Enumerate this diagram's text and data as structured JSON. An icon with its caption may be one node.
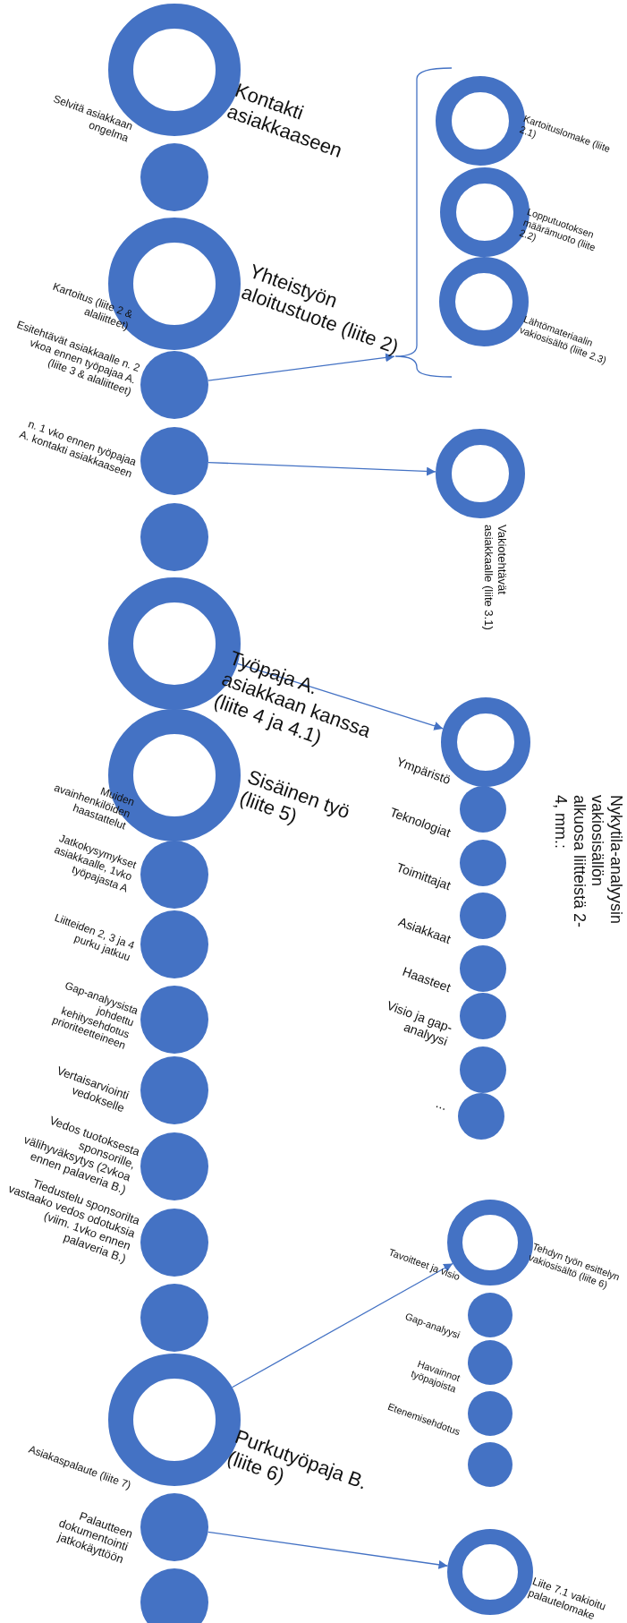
{
  "diagram": {
    "nodes": [
      {
        "text": [
          "Kontakti asiakkaaseen"
        ]
      },
      {
        "text": [
          "Selvitä asiakkaan ongelma"
        ]
      },
      {
        "text": [
          "Yhteistyön aloitustuote (liite 2)"
        ]
      },
      {
        "text": [
          "Kartoitus (liite 2 & alaliitteet)"
        ]
      },
      {
        "text": [
          "Esitehtävät asiakkaalle n. 2 vkoa ennen työpajaa A. (liite 3 & alaliitteet)"
        ]
      },
      {
        "text": [
          "n. 1 vko ennen työpajaa A. kontakti asiakkaaseen"
        ]
      },
      {
        "text": [
          "Työpaja A. asiakkaan kanssa (liite 4 ja 4.1)"
        ]
      },
      {
        "text": [
          "Sisäinen työ (liite 5)"
        ]
      },
      {
        "text": [
          "Muiden avainhenkilöiden haastattelut"
        ]
      },
      {
        "text": [
          "Jatkokysymykset asiakkaalle, 1vko työpajasta A"
        ]
      },
      {
        "text": [
          "Liitteiden 2, 3 ja 4 purku jatkuu"
        ]
      },
      {
        "text": [
          "Gap-analyysista johdettu kehitysehdotus prioriteetteineen"
        ]
      },
      {
        "text": [
          "Vertaisarviointi vedokselle"
        ]
      },
      {
        "text": [
          "Vedos tuotoksesta sponsorille, välihyväksytys (2vkoa ennen palaveria B.)"
        ]
      },
      {
        "text": [
          "Tiedustelu sponsorilta vastaako vedos odotuksia (viim. 1vko ennen palaveria B.)"
        ]
      },
      {
        "text": [
          "Purkutyöpaja B. (liite 6)"
        ]
      },
      {
        "text": [
          "Asiakaspalaute (liite 7)"
        ]
      },
      {
        "text": [
          "Palautteen dokumentointi jatkokäyttöön"
        ]
      },
      {
        "text": [],
        "shape": "bracket"
      },
      {
        "text": [
          "Kartoituslomake (liite 2.1)"
        ]
      },
      {
        "text": [
          "Lopputuotoksen määrämuoto (liite 2.2)"
        ]
      },
      {
        "text": [
          "Lähtömateriaalin vakiosisältö (liite 2.3)"
        ]
      },
      {
        "text": [
          "Vakiotehtävät asiakkaalle (liite 3.1)"
        ]
      },
      {
        "text": [
          "Nykytila-analyysin vakiosisällön alkuosa liitteistä 2-4, mm.:"
        ]
      },
      {
        "text": [
          "Ympäristö"
        ]
      },
      {
        "text": [
          "Teknologiat"
        ]
      },
      {
        "text": [
          "Toimittajat"
        ]
      },
      {
        "text": [
          "Asiakkaat"
        ]
      },
      {
        "text": [
          "Haasteet"
        ]
      },
      {
        "text": [
          "Visio ja gap-analyysi"
        ]
      },
      {
        "text": [
          "..."
        ]
      },
      {
        "text": [
          "Tehdyn työn esittelyn vakiosisältö (liite 6)"
        ]
      },
      {
        "text": [
          "Tavoitteet ja visio"
        ]
      },
      {
        "text": [
          "Gap-analyysi"
        ]
      },
      {
        "text": [
          "Havainnot työpajoista"
        ]
      },
      {
        "text": [
          "Etenemisehdotus"
        ]
      },
      {
        "text": [
          "Liite 7.1 vakioitu palautelomake"
        ]
      }
    ],
    "edges": [
      {
        "from": 3,
        "to": 18,
        "arrow": "to"
      },
      {
        "from": 4,
        "to": 22,
        "arrow": "to"
      },
      {
        "from": 6,
        "to": 23,
        "arrow": "to"
      },
      {
        "from": 15,
        "to": 31,
        "arrow": "to"
      },
      {
        "from": 16,
        "to": 36,
        "arrow": "to"
      }
    ]
  }
}
